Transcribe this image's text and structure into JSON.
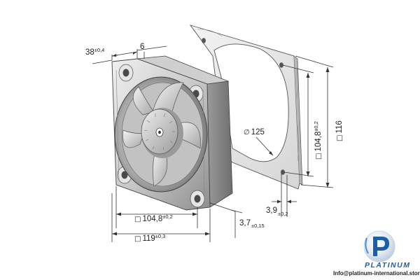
{
  "dimensions": {
    "depth": {
      "value": "38",
      "tol": "±0,4"
    },
    "flange": {
      "value": "6"
    },
    "hole_pitch": {
      "sym": "□",
      "value": "104,8",
      "tol": "±0,2"
    },
    "outer": {
      "sym": "□",
      "value": "119",
      "tol": "±0,3"
    },
    "mount_hole": {
      "value": "3,7",
      "tol": "±0,15"
    },
    "gasket_thickness": {
      "value": "3,9",
      "tol": "±0,2"
    },
    "gasket_pitch": {
      "sym": "□",
      "value": "104,8",
      "tol": "±0,2"
    },
    "gasket_outer": {
      "sym": "□",
      "value": "116"
    },
    "opening": {
      "sym": "∅",
      "value": "125"
    }
  },
  "brand": {
    "name": "PLATINUM",
    "email": "Info@platinum-international.store",
    "colors": {
      "primary": "#1b5fa8",
      "accent": "#4a8ad0"
    },
    "logo_icon": "platinum-p-icon"
  }
}
